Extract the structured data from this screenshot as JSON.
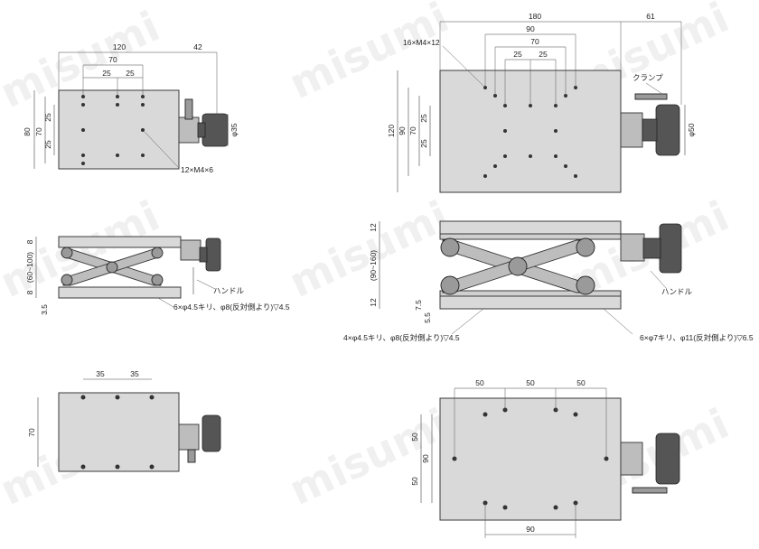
{
  "watermark": "misumi",
  "small_stage": {
    "top": {
      "w_120": "120",
      "d_42": "42",
      "d_70": "70",
      "d_25a": "25",
      "d_25b": "25",
      "h_80": "80",
      "h_70": "70",
      "h_25a": "25",
      "h_25b": "25",
      "phi35": "φ35",
      "holes": "12×M4×6"
    },
    "side": {
      "d_8a": "8",
      "range": "(60~100)",
      "d_8b": "8",
      "d_35": "3.5",
      "handle": "ハンドル",
      "holes": "6×φ4.5キリ、φ8(反対側より)▽4.5"
    },
    "bottom": {
      "d_35a": "35",
      "d_35b": "35",
      "h_70": "70"
    }
  },
  "large_stage": {
    "top": {
      "w_180": "180",
      "d_61": "61",
      "d_90": "90",
      "d_70": "70",
      "d_25a": "25",
      "d_25b": "25",
      "holes": "16×M4×12",
      "clamp": "クランプ",
      "h_120": "120",
      "h_90": "90",
      "h_70": "70",
      "h_25a": "25",
      "h_25b": "25",
      "phi50": "φ50"
    },
    "side": {
      "d_12a": "12",
      "range": "(90~160)",
      "d_12b": "12",
      "d_75": "7.5",
      "d_55": "5.5",
      "handle": "ハンドル",
      "holes_left": "4×φ4.5キリ、φ8(反対側より)▽4.5",
      "holes_right": "6×φ7キリ、φ11(反対側より)▽6.5"
    },
    "bottom": {
      "d_50a": "50",
      "d_50b": "50",
      "d_50c": "50",
      "v_50a": "50",
      "v_90": "90",
      "v_50b": "50",
      "d_90": "90"
    }
  }
}
